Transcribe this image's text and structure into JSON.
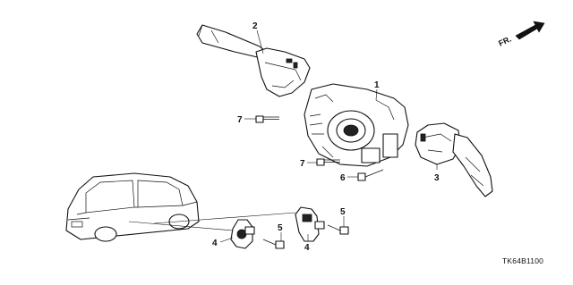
{
  "callouts": {
    "c1": "1",
    "c2": "2",
    "c3": "3",
    "c4a": "4",
    "c4b": "4",
    "c5a": "5",
    "c5b": "5",
    "c6": "6",
    "c7a": "7",
    "c7b": "7"
  },
  "direction_label": "FR.",
  "diagram_code": "TK64B1100",
  "icons": {
    "direction": "front-direction-arrow-icon"
  }
}
